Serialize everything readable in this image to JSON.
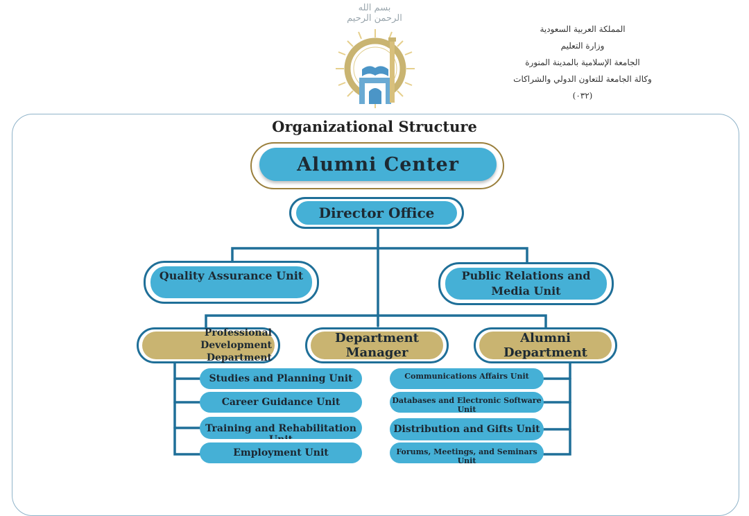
{
  "header": {
    "basmala": "بسم الله الرحمن الرحيم",
    "arabic_lines": [
      "المملكة العربية السعودية",
      "وزارة التعليم",
      "الجامعة الإسلامية بالمدينة المنورة",
      "وكالة الجامعة للتعاون الدولي والشراكات",
      "(٠٣٢)"
    ],
    "logo_icon": "university-seal-icon"
  },
  "diagram": {
    "title": "Organizational Structure",
    "top": "Alumni Center",
    "director": "Director Office",
    "side_units": {
      "left": "Quality Assurance Unit",
      "right": "Public Relations and Media Unit"
    },
    "departments": {
      "left": "Professional Development Department",
      "middle": "Department Manager",
      "right": "Alumni Department"
    },
    "left_units": [
      "Studies and Planning Unit",
      "Career Guidance Unit",
      "Training and Rehabilitation Unit",
      "Employment Unit"
    ],
    "right_units": [
      "Communications Affairs Unit",
      "Databases and Electronic Software Unit",
      "Distribution and Gifts Unit",
      "Forums, Meetings, and Seminars Unit"
    ]
  },
  "colors": {
    "box_blue": "#45b0d6",
    "border_blue": "#1f6f98",
    "box_gold": "#c9b471",
    "border_gold": "#9a7f3c"
  }
}
